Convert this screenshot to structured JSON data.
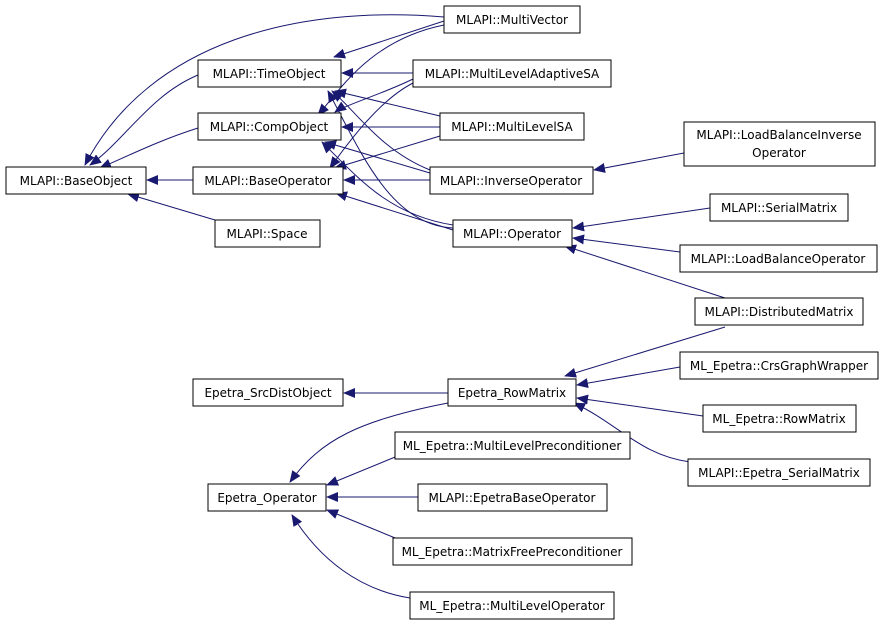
{
  "diagram": {
    "colors": {
      "edge": "#191970",
      "node_border": "#000000",
      "node_fill": "#ffffff",
      "background": "#ffffff"
    },
    "nodes": {
      "baseobject": "MLAPI::BaseObject",
      "timeobject": "MLAPI::TimeObject",
      "compobject": "MLAPI::CompObject",
      "baseoperator": "MLAPI::BaseOperator",
      "space": "MLAPI::Space",
      "multivector": "MLAPI::MultiVector",
      "mladaptivesa": "MLAPI::MultiLevelAdaptiveSA",
      "mlsa": "MLAPI::MultiLevelSA",
      "inverseoperator": "MLAPI::InverseOperator",
      "operator": "MLAPI::Operator",
      "lbinverse_1": "MLAPI::LoadBalanceInverse",
      "lbinverse_2": "Operator",
      "serialmatrix": "MLAPI::SerialMatrix",
      "lboperator": "MLAPI::LoadBalanceOperator",
      "distmatrix": "MLAPI::DistributedMatrix",
      "srcdistobject": "Epetra_SrcDistObject",
      "rowmatrix": "Epetra_RowMatrix",
      "crsgraphwrapper": "ML_Epetra::CrsGraphWrapper",
      "mlrowmatrix": "ML_Epetra::RowMatrix",
      "epetraserialmatrix": "MLAPI::Epetra_SerialMatrix",
      "epetraoperator": "Epetra_Operator",
      "mlprecond": "ML_Epetra::MultiLevelPreconditioner",
      "epetrabaseop": "MLAPI::EpetraBaseOperator",
      "mfprecond": "ML_Epetra::MatrixFreePreconditioner",
      "mloperator": "ML_Epetra::MultiLevelOperator"
    },
    "edges": [
      {
        "from": "timeobject",
        "to": "baseobject"
      },
      {
        "from": "compobject",
        "to": "baseobject"
      },
      {
        "from": "baseoperator",
        "to": "baseobject"
      },
      {
        "from": "space",
        "to": "baseobject"
      },
      {
        "from": "multivector",
        "to": "baseobject"
      },
      {
        "from": "multivector",
        "to": "timeobject"
      },
      {
        "from": "mladaptivesa",
        "to": "timeobject"
      },
      {
        "from": "mladaptivesa",
        "to": "compobject"
      },
      {
        "from": "mladaptivesa",
        "to": "baseoperator"
      },
      {
        "from": "mlsa",
        "to": "timeobject"
      },
      {
        "from": "mlsa",
        "to": "compobject"
      },
      {
        "from": "mlsa",
        "to": "baseoperator"
      },
      {
        "from": "inverseoperator",
        "to": "timeobject"
      },
      {
        "from": "inverseoperator",
        "to": "compobject"
      },
      {
        "from": "inverseoperator",
        "to": "baseoperator"
      },
      {
        "from": "operator",
        "to": "timeobject"
      },
      {
        "from": "operator",
        "to": "compobject"
      },
      {
        "from": "operator",
        "to": "baseoperator"
      },
      {
        "from": "lbinverse",
        "to": "inverseoperator"
      },
      {
        "from": "serialmatrix",
        "to": "operator"
      },
      {
        "from": "lboperator",
        "to": "operator"
      },
      {
        "from": "distmatrix",
        "to": "operator"
      },
      {
        "from": "distmatrix",
        "to": "rowmatrix"
      },
      {
        "from": "rowmatrix",
        "to": "srcdistobject"
      },
      {
        "from": "rowmatrix",
        "to": "epetraoperator"
      },
      {
        "from": "crsgraphwrapper",
        "to": "rowmatrix"
      },
      {
        "from": "mlrowmatrix",
        "to": "rowmatrix"
      },
      {
        "from": "epetraserialmatrix",
        "to": "rowmatrix"
      },
      {
        "from": "mlprecond",
        "to": "epetraoperator"
      },
      {
        "from": "epetrabaseop",
        "to": "epetraoperator"
      },
      {
        "from": "mfprecond",
        "to": "epetraoperator"
      },
      {
        "from": "mloperator",
        "to": "epetraoperator"
      }
    ]
  }
}
